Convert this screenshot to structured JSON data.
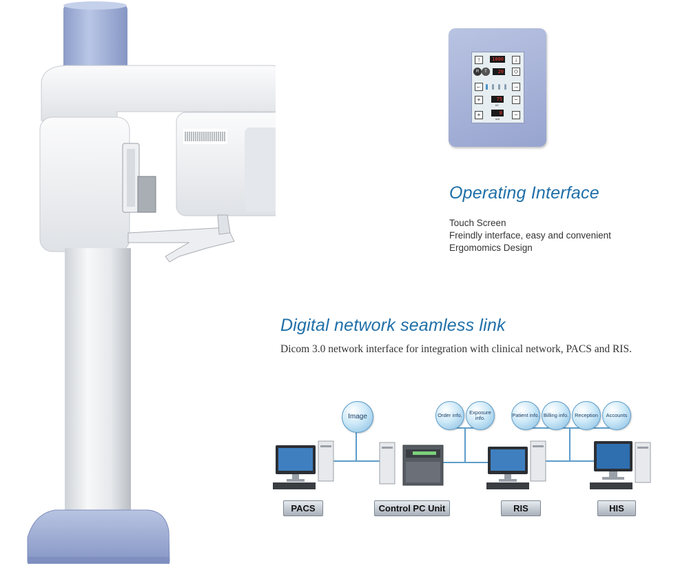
{
  "operating": {
    "title": "Operating Interface",
    "features": [
      "Touch Screen",
      "Freindly interface, easy and convenient",
      "Ergomomics Design"
    ]
  },
  "panel": {
    "display_1": "1000",
    "display_2": "20",
    "display_kv": "75",
    "display_ma": "8",
    "unit_kv": "kV",
    "unit_ma": "mA"
  },
  "network": {
    "title": "Digital network seamless link",
    "description": "Dicom 3.0 network interface for integration with clinical network, PACS and RIS.",
    "bubbles": [
      "Image",
      "Order info.",
      "Exposure info.",
      "Patient info.",
      "Billing info.",
      "Reception",
      "Accounts"
    ],
    "stations": [
      "PACS",
      "Control PC Unit",
      "RIS",
      "HIS"
    ]
  },
  "colors": {
    "heading": "#1f6fa8",
    "accent_blue": "#5d9cc9",
    "machine_blue": "#a4b3d6"
  }
}
